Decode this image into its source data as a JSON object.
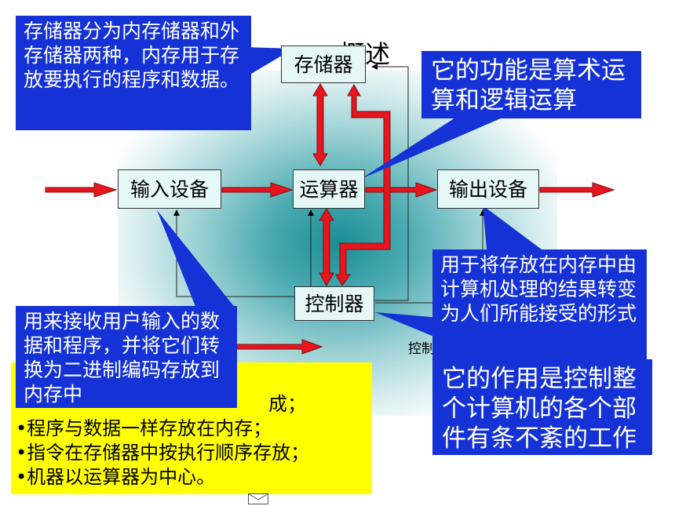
{
  "title": "概述",
  "components": {
    "memory": "存储器",
    "input": "输入设备",
    "alu": "运算器",
    "output": "输出设备",
    "control": "控制器"
  },
  "callouts": {
    "memory": "存储器分为内存储器和外存储器两种，内存用于存放要执行的程序和数据。",
    "alu": "它的功能是算术运算和逻辑运算",
    "input": "用来接收用户输入的数据和程序，并将它们转换为二进制编码存放到内存中",
    "output": "用于将存放在内存中由计算机处理的结果转变为人们所能接受的形式",
    "control": "它的作用是控制整个计算机的各个部件有条不紊的工作"
  },
  "legend_partial": "控制",
  "summary": {
    "line1_tail": "成；",
    "lines": [
      "•程序与数据一样存放在内存；",
      "•指令在存储器中按执行顺序存放；",
      "•机器以运算器为中心。"
    ]
  },
  "colors": {
    "callout_bg": "#1432d6",
    "arrow_red": "#e8141e",
    "box_bg": "#e6f7f7",
    "summary_bg": "#ffff00"
  },
  "icons": {
    "envelope": "envelope-icon"
  }
}
